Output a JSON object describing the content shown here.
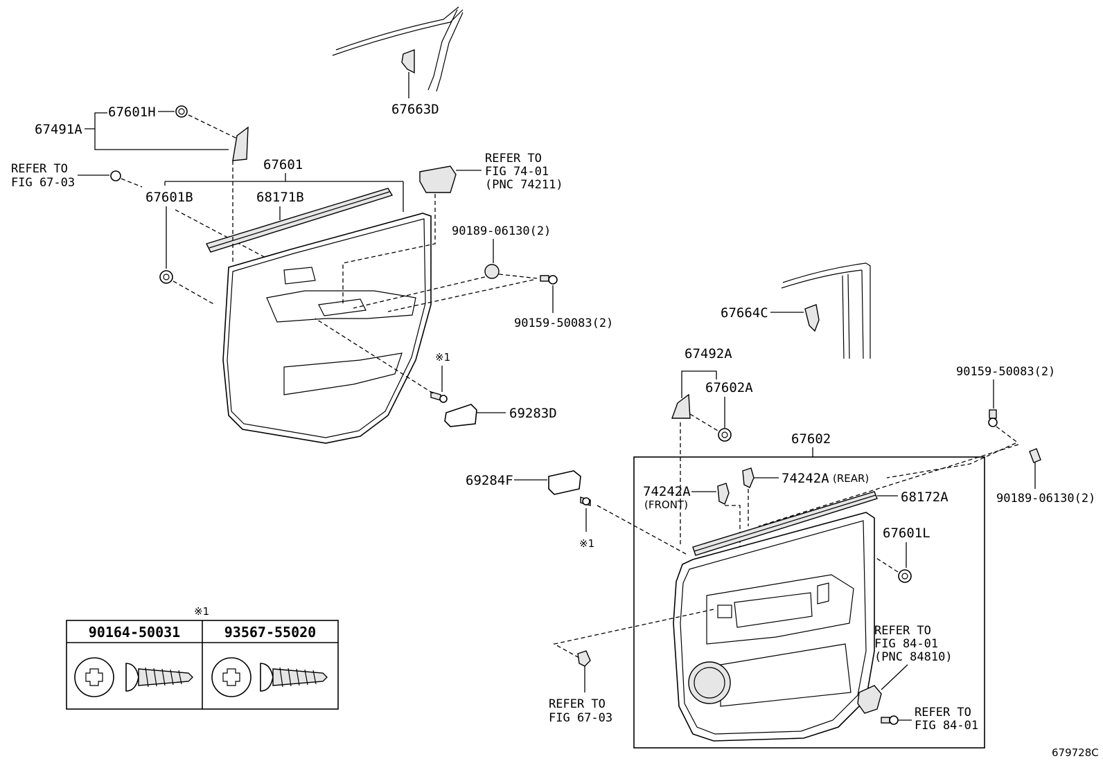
{
  "diagram_id": "679728C",
  "labels": {
    "p67663D": "67663D",
    "p67601H": "67601H",
    "p67491A": "67491A",
    "ref_67_03_top_1": "REFER TO",
    "ref_67_03_top_2": "FIG 67-03",
    "p67601": "67601",
    "p67601B": "67601B",
    "p68171B": "68171B",
    "ref_74_01_1": "REFER TO",
    "ref_74_01_2": "FIG 74-01",
    "ref_74_01_3": "(PNC 74211)",
    "p90189_06130_a": "90189-06130(2)",
    "p90159_50083_a": "90159-50083(2)",
    "mark_1_a": "※1",
    "p69283D": "69283D",
    "p67664C": "67664C",
    "p67492A": "67492A",
    "p67602A": "67602A",
    "p90159_50083_b": "90159-50083(2)",
    "p67602": "67602",
    "p74242A_rear": "74242A",
    "rear_note": "(REAR)",
    "p69284F": "69284F",
    "p74242A_front": "74242A",
    "front_note": "(FRONT)",
    "p68172A": "68172A",
    "p90189_06130_b": "90189-06130(2)",
    "p67601L": "67601L",
    "mark_1_b": "※1",
    "ref_84_01_a_1": "REFER TO",
    "ref_84_01_a_2": "FIG 84-01",
    "ref_84_01_a_3": "(PNC 84810)",
    "ref_67_03_bot_1": "REFER TO",
    "ref_67_03_bot_2": "FIG 67-03",
    "ref_84_01_b_1": "REFER TO",
    "ref_84_01_b_2": "FIG 84-01"
  },
  "fastener_table": {
    "mark": "※1",
    "col1": "90164-50031",
    "col2": "93567-55020"
  }
}
